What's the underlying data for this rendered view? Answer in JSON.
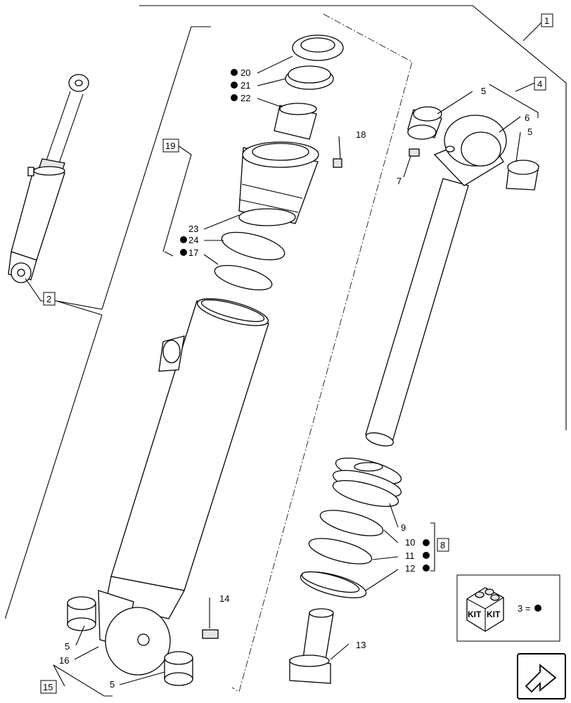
{
  "callouts": {
    "c1": "1",
    "c2": "2",
    "c4": "4",
    "c8": "8",
    "c15": "15",
    "c19": "19",
    "n5a": "5",
    "n5b": "5",
    "n5c": "5",
    "n5d": "5",
    "n6": "6",
    "n7": "7",
    "n9": "9",
    "n10": "10",
    "n11": "11",
    "n12": "12",
    "n13": "13",
    "n14": "14",
    "n16": "16",
    "n17": "17",
    "n18": "18",
    "n20": "20",
    "n21": "21",
    "n22": "22",
    "n23": "23",
    "n24": "24"
  },
  "kit": {
    "badge_left": "KIT",
    "badge_right": "KIT",
    "legend": "3 ="
  },
  "icons": {
    "kit_marker": "filled-circle",
    "nav": "next-arrow-icon"
  }
}
